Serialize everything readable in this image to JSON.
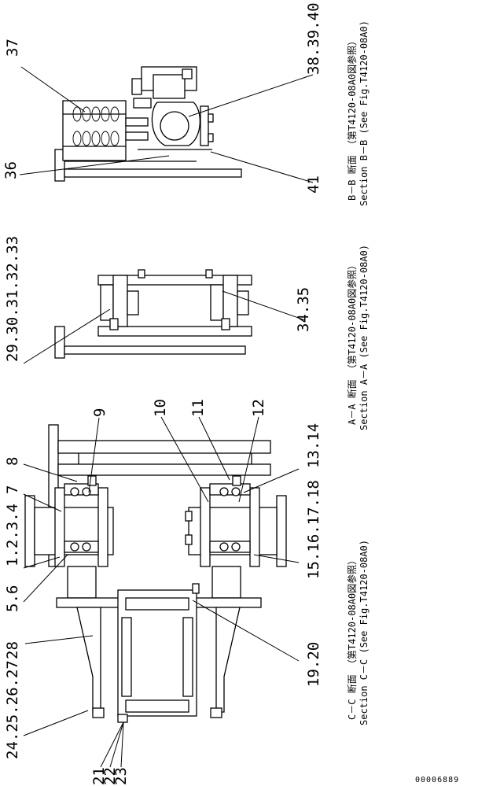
{
  "doc_id": "00006889",
  "captions": {
    "cc_line1": "C－C 断面 （第T4120-08A0図参照）",
    "cc_line2": "Section C－C (See Fig.T4120-08A0)",
    "aa_line1": "A－A 断面 （第T4120-08A0図参照）",
    "aa_line2": "Section A－A (See Fig.T4120-08A0)",
    "bb_line1": "B－B 断面 （第T4120-08A0図参照）",
    "bb_line2": "Section B－B (See Fig.T4120-08A0)"
  },
  "callouts": {
    "c37": "37",
    "c38_40": "38.39.40",
    "c36": "36",
    "c41": "41",
    "c29_33": "29.30.31.32.33",
    "c34_35": "34.35",
    "c8": "8",
    "c7": "7",
    "c9": "9",
    "c10": "10",
    "c11": "11",
    "c12": "12",
    "c13_14": "13.14",
    "c1_4": "1.2.3.4",
    "c5_6": "5.6",
    "c15_18": "15.16.17.18",
    "c19_20": "19.20",
    "c24_28": "24.25.26.27",
    "c28": "28",
    "c21": "21",
    "c22": "22",
    "c23": "23"
  }
}
